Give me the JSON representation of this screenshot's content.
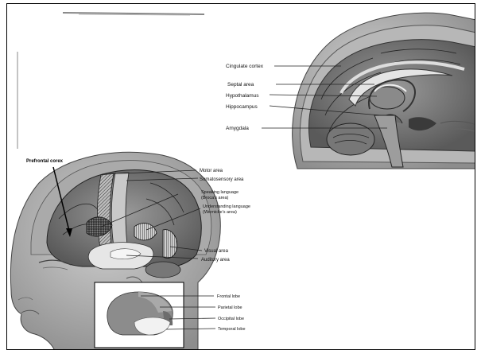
{
  "sagittal": {
    "labels": {
      "cingulate": "Cingulate cortex",
      "septal": "Septal area",
      "hypothalamus": "Hypothalamus",
      "hippocampus": "Hippocampus",
      "amygdala": "Amygdala"
    }
  },
  "lateral": {
    "labels": {
      "prefrontal": "Prefrontal corex",
      "motor": "Motor area",
      "somatosensory": "Somatosensory area",
      "speaking_1": "Speaking language",
      "speaking_2": "(Broca's area)",
      "understanding_1": "Understanding language",
      "understanding_2": "(Wernicke's area)",
      "visual": "Visual area",
      "auditory": "Auditory area"
    }
  },
  "lobes": {
    "labels": {
      "frontal": "Frontal lobe",
      "parietal": "Parietal lobe",
      "occipital": "Occipital lobe",
      "temporal": "Temporal lobe"
    }
  }
}
